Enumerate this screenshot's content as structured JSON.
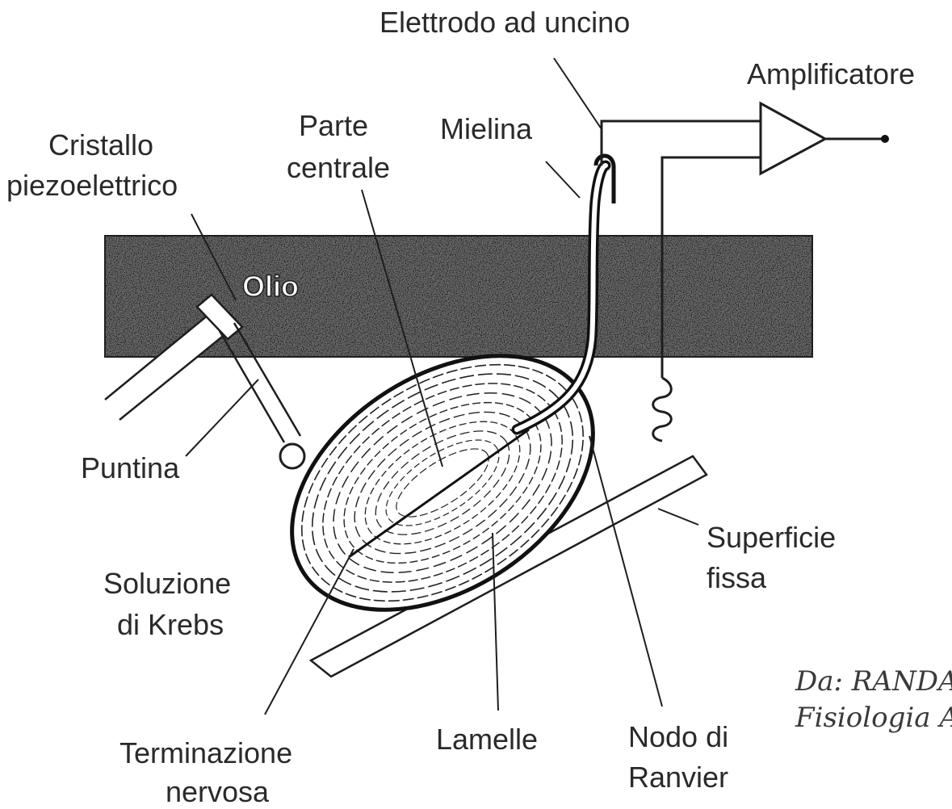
{
  "labels": {
    "electrode": "Elettrodo ad uncino",
    "amplifier": "Amplificatore",
    "myelin": "Mielina",
    "center_1": "Parte",
    "center_2": "centrale",
    "crystal_1": "Cristallo",
    "crystal_2": "piezoelettrico",
    "oil": "Olio",
    "tip": "Puntina",
    "krebs_1": "Soluzione",
    "krebs_2": "di Krebs",
    "surface_1": "Superficie",
    "surface_2": "fissa",
    "ending_1": "Terminazione",
    "ending_2": "nervosa",
    "lamellae": "Lamelle",
    "node_1": "Nodo di",
    "node_2": "Ranvier"
  },
  "note": {
    "line1": "Da: RANDA",
    "line2": "Fisiologia A"
  },
  "colors": {
    "ink": "#1e1e1e",
    "text": "#2a2a2a",
    "oil_band": "#4a4a4a",
    "paper": "#ffffff"
  }
}
